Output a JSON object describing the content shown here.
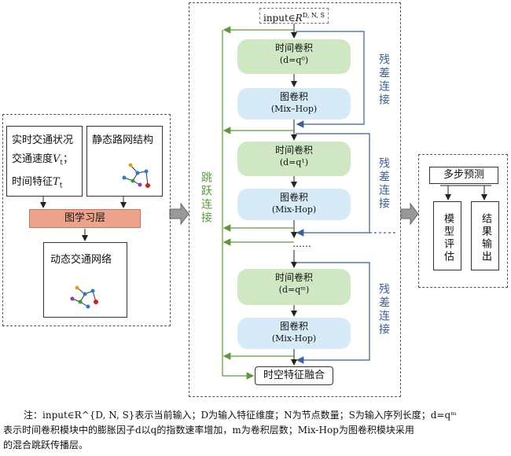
{
  "left": {
    "realtime_title": "实时交通状况",
    "speed_label": "交通速度",
    "speed_var": "V",
    "speed_sub": "t",
    "time_label": "时间特征",
    "time_var": "T",
    "time_sub": "t",
    "static_title": "静态路网结构",
    "graph_layer": "图学习层",
    "dynamic_title": "动态交通网络"
  },
  "middle": {
    "input_label": "input∈",
    "input_var": "R",
    "input_sup": "D, N, S",
    "blocks": [
      {
        "temporal_name": "时间卷积",
        "temporal_param": "(d=q⁰)",
        "graph_name": "图卷积",
        "graph_param": "(Mix–Hop)"
      },
      {
        "temporal_name": "时间卷积",
        "temporal_param": "(d=q¹)",
        "graph_name": "图卷积",
        "graph_param": "(Mix-Hop)"
      },
      {
        "temporal_name": "时间卷积",
        "temporal_param": "(d=qᵐ)",
        "graph_name": "图卷积",
        "graph_param": "(Mix-Hop)"
      }
    ],
    "ellipsis": "……",
    "residual_label": "残差连接",
    "skip_label": "跳跃连接",
    "fusion": "时空特征融合"
  },
  "right": {
    "multi_step": "多步预测",
    "eval": "模型评估",
    "output": "结果输出"
  },
  "note": {
    "line1": "注：input∈R^{D, N, S}表示当前输入；D为输入特征维度；N为节点数量；S为输入序列长度；d=qᵐ",
    "line2": "表示时间卷积模块中的膨胀因子d以q的指数速率增加，m为卷积层数；Mix-Hop为图卷积模块采用",
    "line3": "的混合跳跃传播层。"
  },
  "colors": {
    "temporal_box": "#cfe8c3",
    "graph_box": "#d6ebf7",
    "graph_layer_box": "#eea48c",
    "skip_line": "#5a9a3a",
    "residual_line": "#3a5f9a"
  }
}
